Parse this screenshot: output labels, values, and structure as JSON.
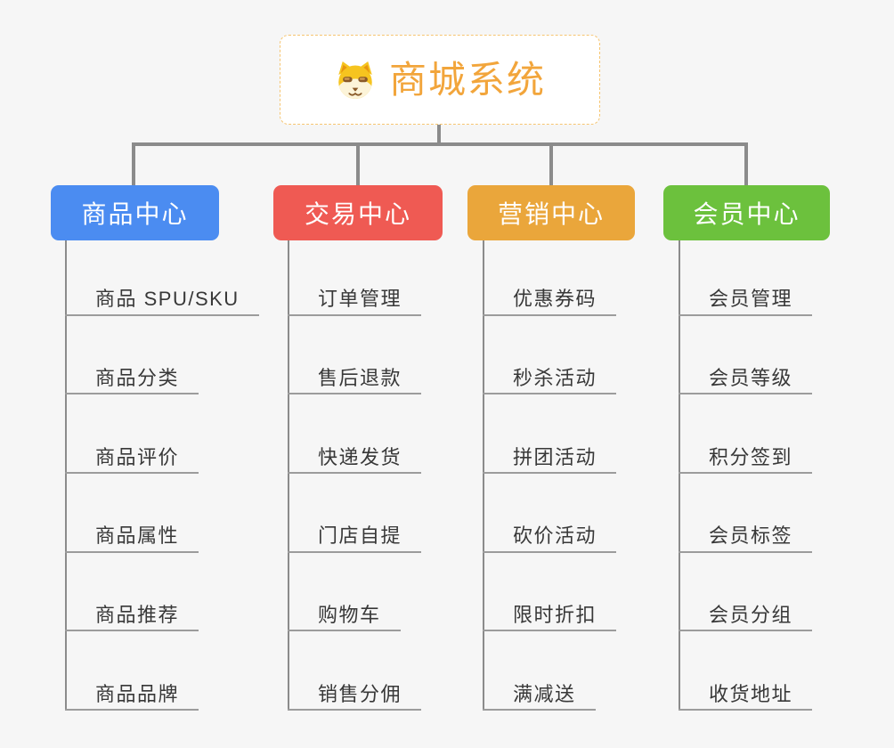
{
  "root": {
    "title": "商城系统",
    "icon": "shiba-dog-icon"
  },
  "branches": [
    {
      "label": "商品中心",
      "color": "#4b8cf1",
      "children": [
        "商品 SPU/SKU",
        "商品分类",
        "商品评价",
        "商品属性",
        "商品推荐",
        "商品品牌"
      ]
    },
    {
      "label": "交易中心",
      "color": "#ef5a53",
      "children": [
        "订单管理",
        "售后退款",
        "快递发货",
        "门店自提",
        "购物车",
        "销售分佣"
      ]
    },
    {
      "label": "营销中心",
      "color": "#eaa63b",
      "children": [
        "优惠券码",
        "秒杀活动",
        "拼团活动",
        "砍价活动",
        "限时折扣",
        "满减送"
      ]
    },
    {
      "label": "会员中心",
      "color": "#6cc13d",
      "children": [
        "会员管理",
        "会员等级",
        "积分签到",
        "会员标签",
        "会员分组",
        "收货地址"
      ]
    }
  ],
  "colors": {
    "page_bg": "#f6f6f6",
    "connector": "#8b8b8b",
    "underline": "#9c9c9c",
    "item_text": "#383838",
    "node_text": "#ffffff",
    "root_accent": "#f2a53b",
    "root_border": "#f6c571"
  }
}
